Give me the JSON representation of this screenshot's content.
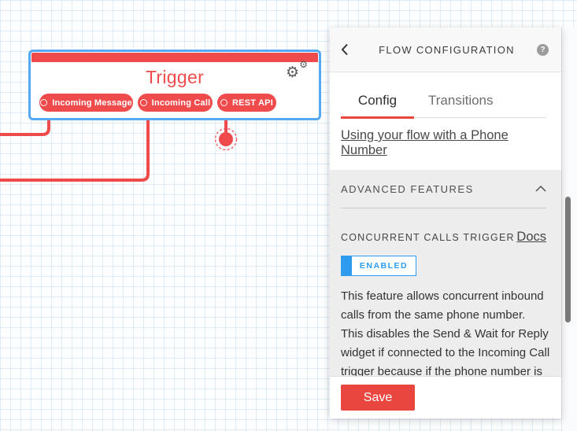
{
  "canvas": {
    "widget": {
      "title": "Trigger",
      "pills": [
        {
          "label": "Incoming Message"
        },
        {
          "label": "Incoming Call"
        },
        {
          "label": "REST API"
        }
      ]
    }
  },
  "panel": {
    "header": {
      "title": "FLOW CONFIGURATION",
      "help_glyph": "?"
    },
    "tabs": [
      {
        "label": "Config"
      },
      {
        "label": "Transitions"
      }
    ],
    "phone_link": "Using your flow with a Phone Number",
    "advanced": {
      "title": "ADVANCED FEATURES",
      "concurrent_calls": {
        "label": "CONCURRENT CALLS TRIGGER",
        "docs_label": "Docs",
        "toggle_label": "ENABLED",
        "description": "This feature allows concurrent inbound calls from the same phone number. This disables the Send & Wait for Reply widget if connected to the Incoming Call trigger because if the phone number is the same or"
      }
    },
    "footer": {
      "save_label": "Save"
    }
  },
  "colors": {
    "widget_red": "#ef4b4c",
    "selection_blue": "#54a9f2",
    "active_tab_red": "#e8463f",
    "toggle_blue": "#2d9cf0",
    "save_red": "#e8463f"
  }
}
